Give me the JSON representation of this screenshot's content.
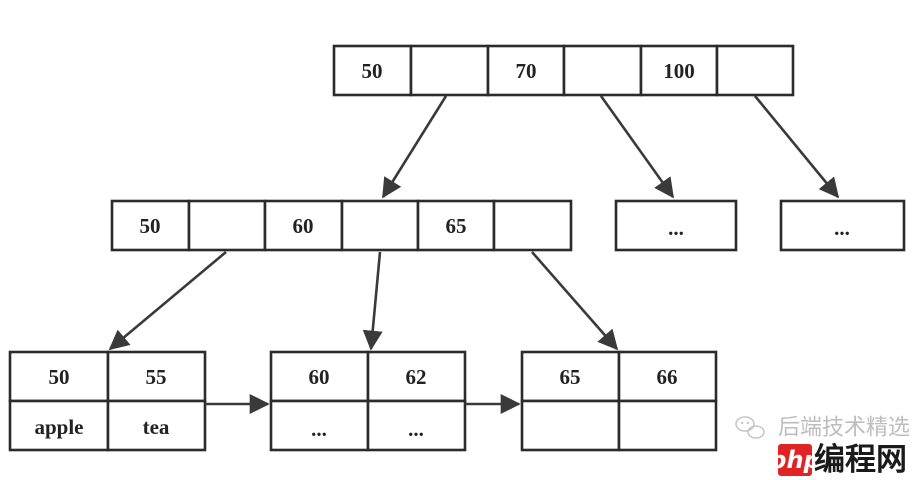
{
  "diagram": {
    "root": {
      "keys": [
        "50",
        "70",
        "100"
      ]
    },
    "internal": {
      "keys": [
        "50",
        "60",
        "65"
      ]
    },
    "placeholders": [
      "...",
      "..."
    ],
    "leaves": [
      {
        "keys": [
          "50",
          "55"
        ],
        "values": [
          "apple",
          "tea"
        ]
      },
      {
        "keys": [
          "60",
          "62"
        ],
        "values": [
          "...",
          "..."
        ]
      },
      {
        "keys": [
          "65",
          "66"
        ],
        "values": [
          "",
          ""
        ]
      }
    ]
  },
  "watermark": {
    "wechat_text": "后端技术精选",
    "site_logo": "php",
    "site_name": "编程网",
    "colors": {
      "logo": "#e02424"
    }
  }
}
